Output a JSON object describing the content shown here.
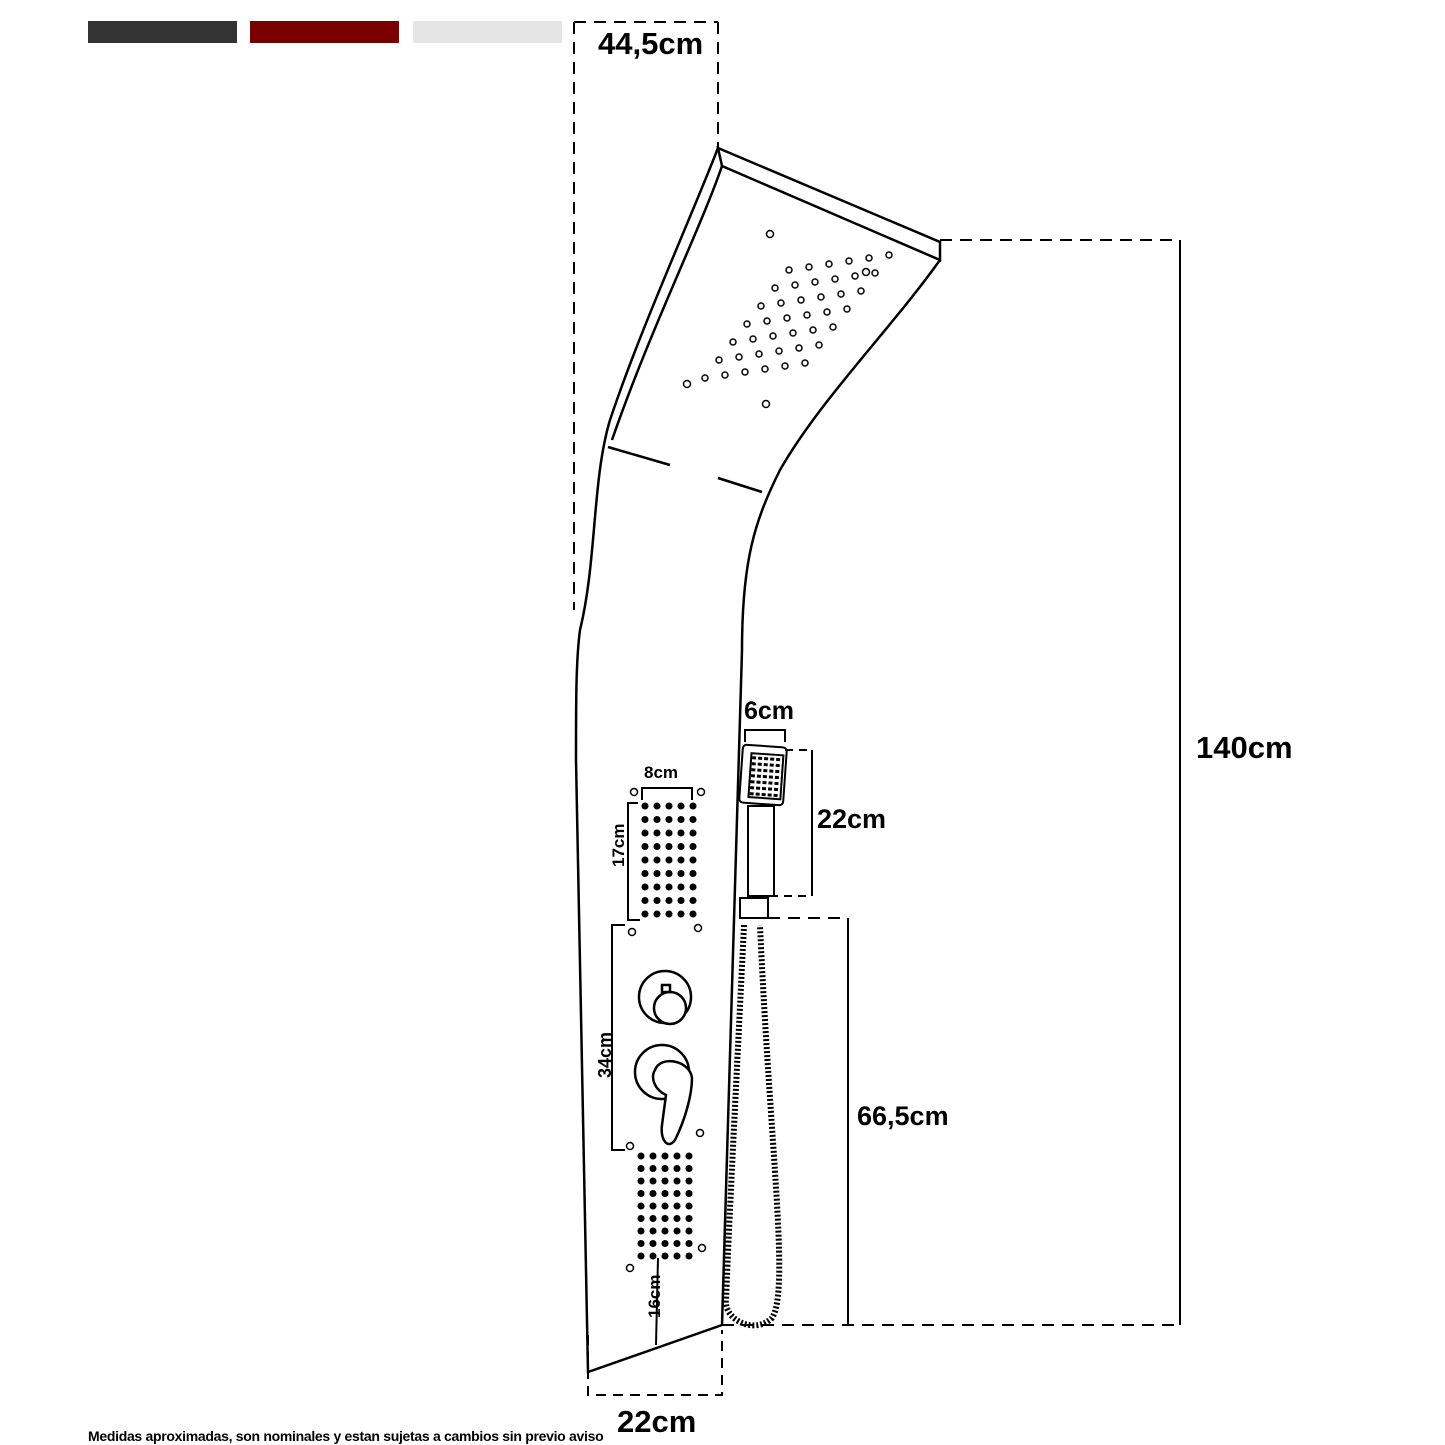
{
  "color_swatches": [
    {
      "name": "dark-grey",
      "color": "#333333"
    },
    {
      "name": "dark-red",
      "color": "#7a0000"
    },
    {
      "name": "light-grey",
      "color": "#e5e5e5"
    }
  ],
  "dimensions": {
    "head_depth": "44,5cm",
    "total_height": "140cm",
    "hand_shower_width": "6cm",
    "hand_shower_length": "22cm",
    "hose_height": "66,5cm",
    "jet_width": "8cm",
    "jet_height": "17cm",
    "valve_section": "34cm",
    "bottom_offset": "16cm",
    "panel_width": "22cm"
  },
  "footer": {
    "disclaimer": "Medidas aproximadas, son nominales y estan sujetas a cambios sin previo aviso"
  }
}
